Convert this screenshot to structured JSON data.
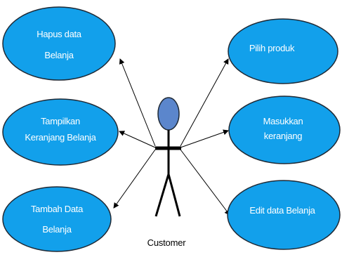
{
  "actor": {
    "name": "Customer"
  },
  "use_cases": {
    "hapus": {
      "line1": "Hapus data",
      "line2": "Belanja"
    },
    "tampilkan": {
      "line1": "Tampilkan",
      "line2": "Keranjang Belanja"
    },
    "tambah": {
      "line1": "Tambah Data",
      "line2": "Belanja"
    },
    "pilih": {
      "line1": "Pilih produk"
    },
    "masukkan": {
      "line1": "Masukkan",
      "line2": "keranjang"
    },
    "edit": {
      "line1": "Edit data Belanja"
    }
  },
  "colors": {
    "use_case_fill": "#12a0eb",
    "use_case_stroke": "#1f2a36",
    "actor_head_fill": "#5b86cc",
    "background": "#ffffff"
  }
}
